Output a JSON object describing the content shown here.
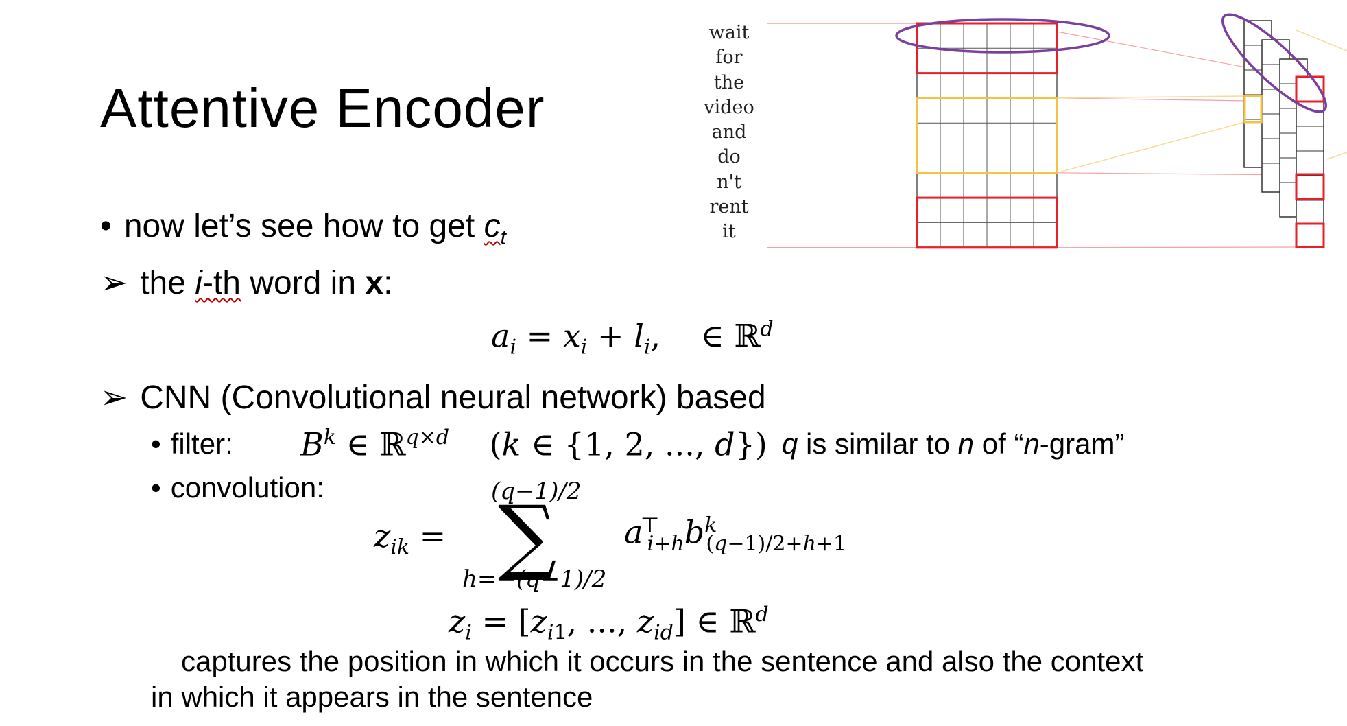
{
  "title": "Attentive Encoder",
  "bullets": {
    "b1_text": "now let’s see how to get ",
    "b1_var": "c",
    "b1_sub": "t",
    "b2_pre": "the ",
    "b2_ith": "i",
    "b2_th": "-th",
    "b2_mid": " word in ",
    "b2_x": "x",
    "b2_colon": ":",
    "b3_text": "CNN (Convolutional neural network) based",
    "filter_label": "filter:",
    "filter_note_q": "q",
    "filter_note_mid": " is similar to ",
    "filter_note_n": "n",
    "filter_note_of": " of “",
    "filter_note_n2": "n",
    "filter_note_end": "-gram”",
    "conv_label": "convolution:",
    "caption_line1": "captures the position in which it occurs in the sentence and also the context",
    "caption_line2": "in which it appears in the sentence"
  },
  "equations": {
    "eq1": "a_i = x_i + l_i,  ∈ ℝ^d",
    "filter": "B^k ∈ ℝ^{q×d}  (k ∈ {1, 2, ..., d})",
    "conv": "z_ik = Σ_{h=−(q−1)/2}^{(q−1)/2} a_{i+h}^⊤ b^k_{(q−1)/2+h+1}",
    "zi": "z_i = [z_i1, ..., z_id] ∈ ℝ^d"
  },
  "diagram": {
    "words": [
      "wait",
      "for",
      "the",
      "video",
      "and",
      "do",
      "n't",
      "rent",
      "it"
    ],
    "colors": {
      "highlight_red": "#e8202a",
      "highlight_yellow": "#f5c242",
      "ellipse_purple": "#7b3fa0",
      "grid": "#555555",
      "guide_red": "#f3a3a3",
      "guide_yellow": "#f7dc95"
    }
  }
}
